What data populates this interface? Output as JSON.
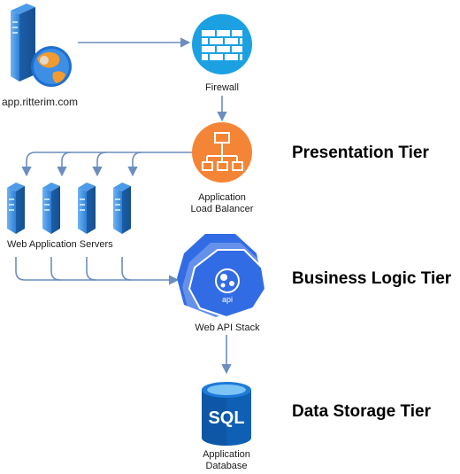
{
  "client": {
    "domain": "app.ritterim.com",
    "icon": "web-server-globe-icon"
  },
  "firewall": {
    "label": "Firewall",
    "color": "#1ba1e2",
    "icon": "firewall-brick-icon"
  },
  "load_balancer": {
    "label_line1": "Application",
    "label_line2": "Load Balancer",
    "color": "#f58536",
    "icon": "hierarchy-icon"
  },
  "web_servers": {
    "label": "Web Application Servers",
    "count": 4,
    "icon": "server-tower-icon"
  },
  "api_stack": {
    "label": "Web API Stack",
    "badge": "api",
    "color": "#326ce5",
    "icon": "kubernetes-api-icon"
  },
  "database": {
    "label_line1": "Application",
    "label_line2": "Database",
    "badge": "SQL",
    "color": "#0f5fb4",
    "icon": "sql-database-icon"
  },
  "tiers": {
    "presentation": "Presentation Tier",
    "business": "Business Logic Tier",
    "storage": "Data Storage Tier"
  },
  "colors": {
    "connector": "#6c8ebf"
  }
}
